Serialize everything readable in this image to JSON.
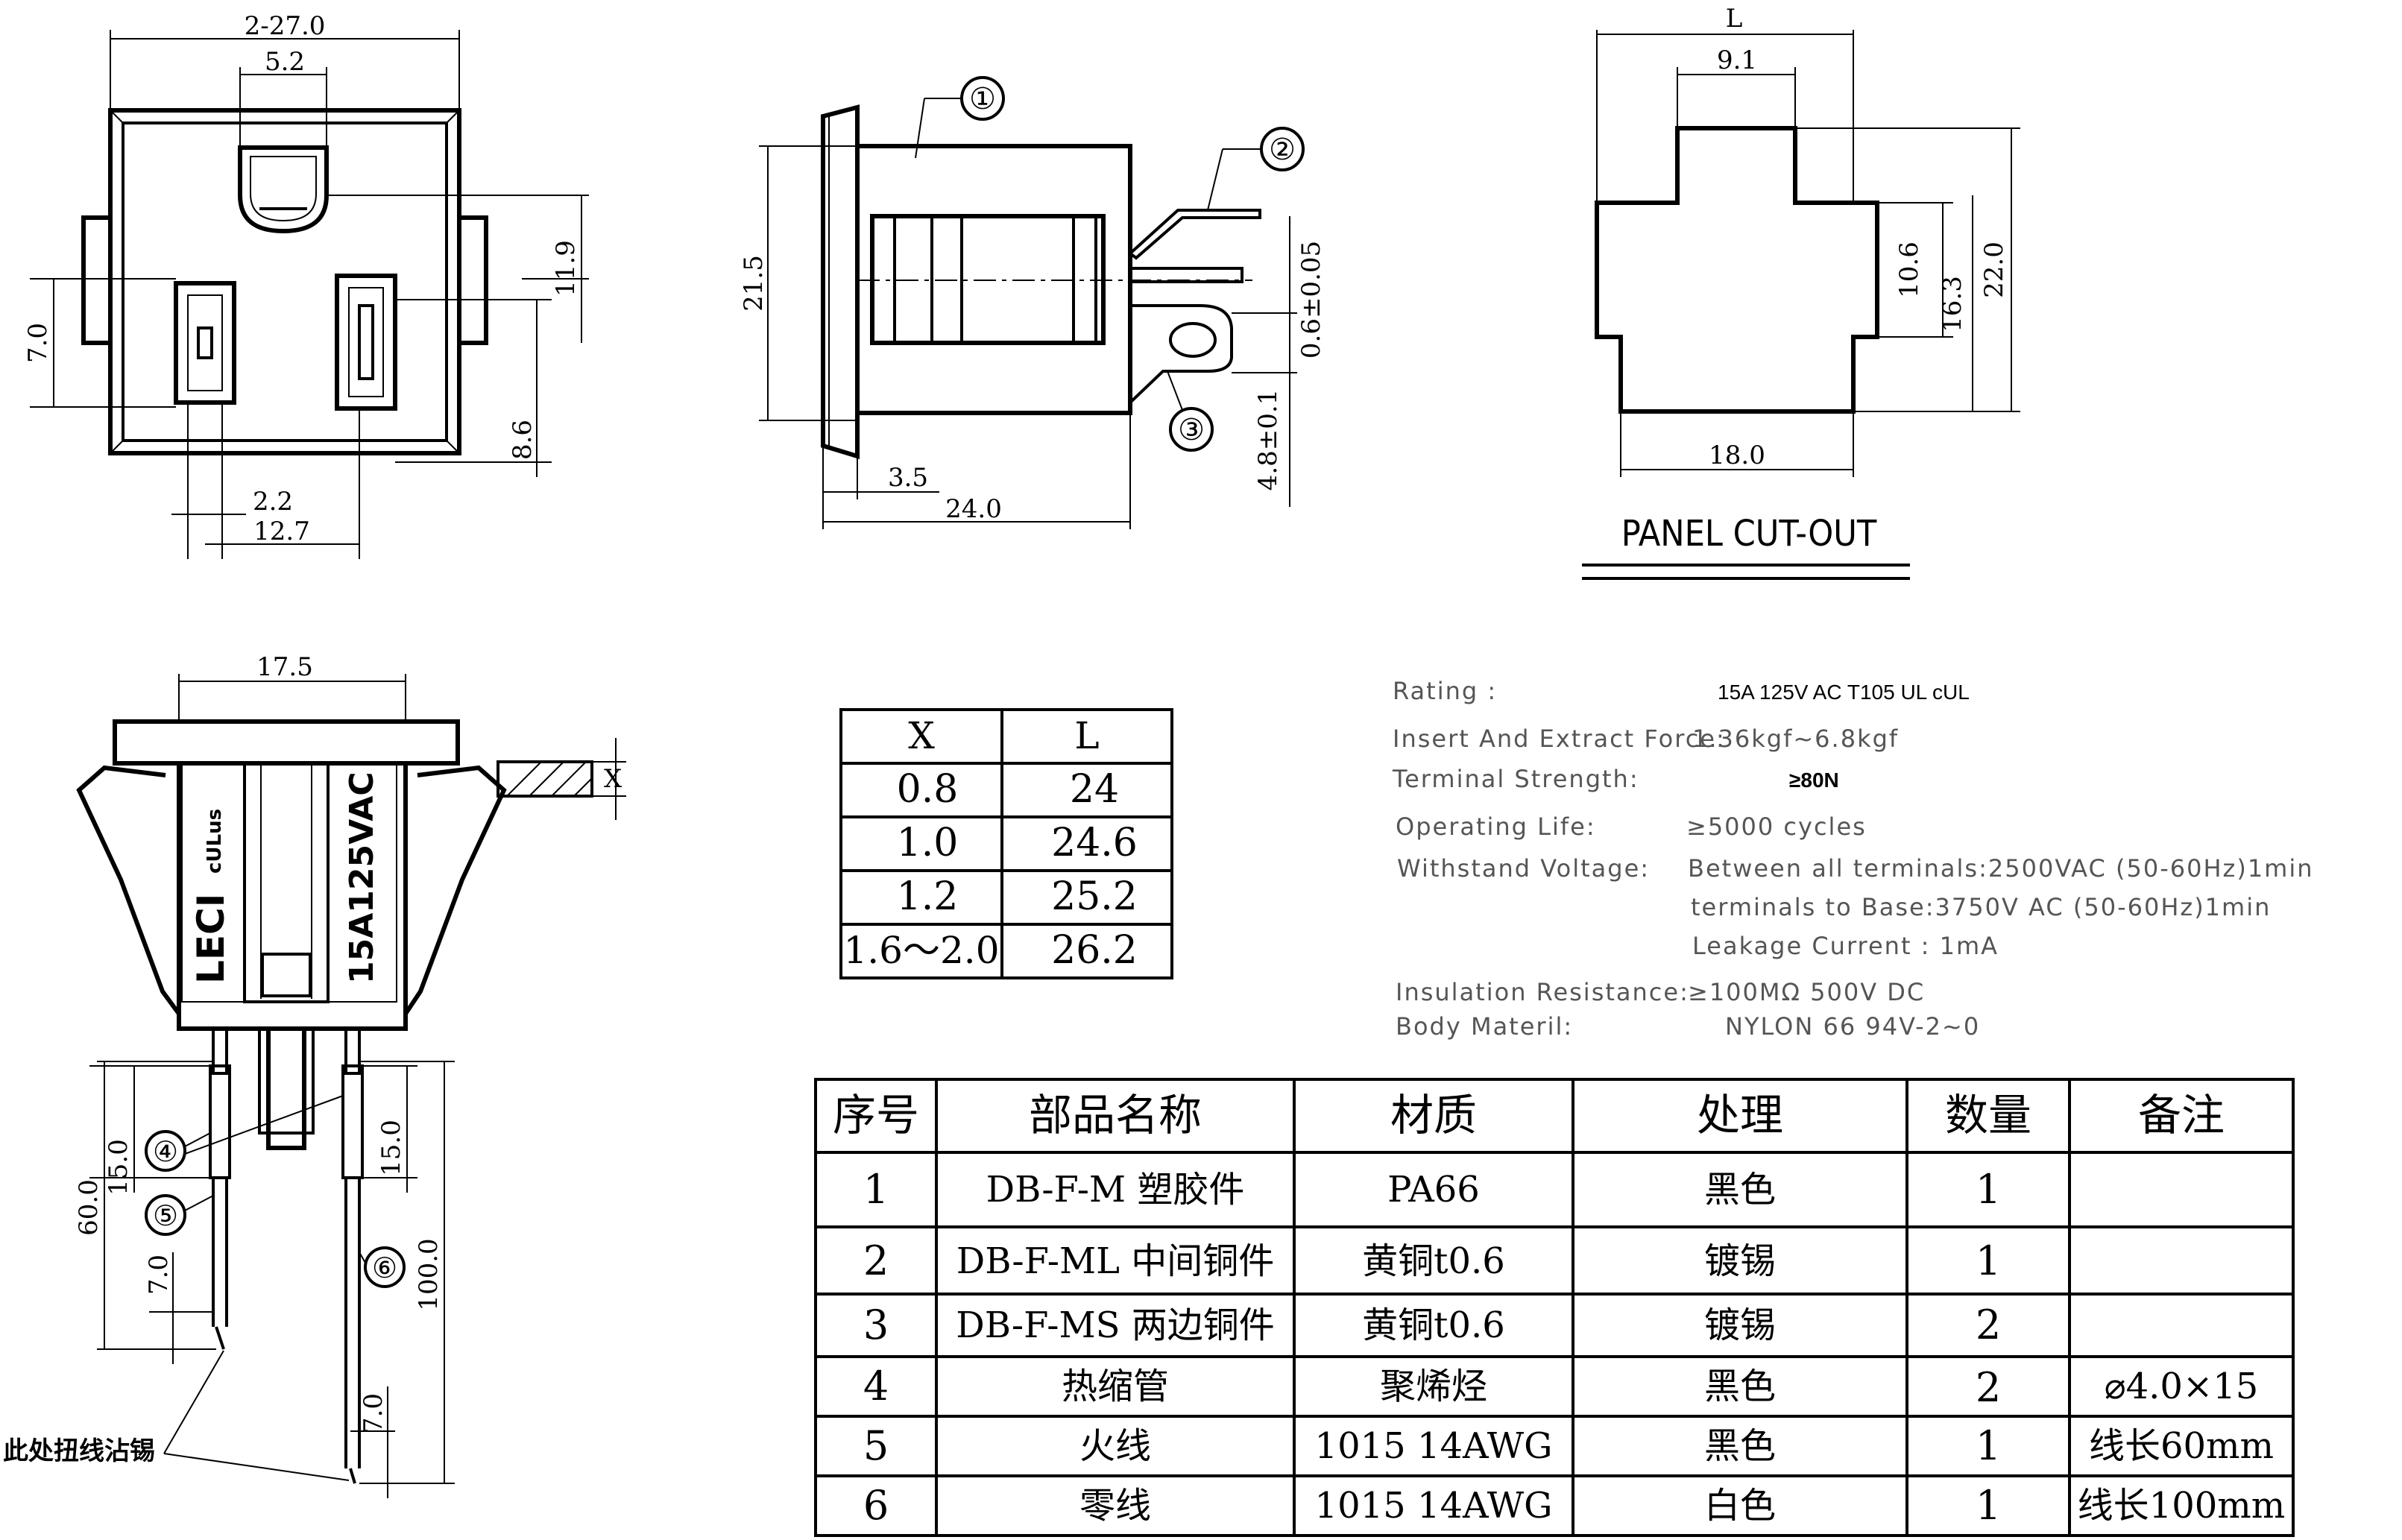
{
  "front_view": {
    "dims": {
      "width_top": "2-27.0",
      "ground_width": "5.2",
      "d_11_9": "11.9",
      "d_7_0": "7.0",
      "d_8_6": "8.6",
      "d_2_2": "2.2",
      "d_12_7": "12.7"
    }
  },
  "side_view": {
    "dims": {
      "height": "21.5",
      "d_3_5": "3.5",
      "d_24_0": "24.0",
      "d_0_6": "0.6±0.05",
      "d_4_8": "4.8±0.1"
    },
    "callouts": [
      "①",
      "②",
      "③"
    ]
  },
  "panel_cutout": {
    "title": "PANEL CUT-OUT",
    "dims": {
      "L": "L",
      "d_9_1": "9.1",
      "d_10_6": "10.6",
      "d_16_3": "16.3",
      "d_22_0": "22.0",
      "d_18_0": "18.0"
    }
  },
  "bottom_view": {
    "dims": {
      "d_17_5": "17.5",
      "d_15_0_left": "15.0",
      "d_15_0_right": "15.0",
      "d_60_0": "60.0",
      "d_100_0": "100.0",
      "d_7_0_left": "7.0",
      "d_7_0_right": "7.0",
      "x": "X"
    },
    "body_labels": {
      "brand": "LECI",
      "rating": "15A125VAC",
      "cert": "cULus"
    },
    "callouts": [
      "④",
      "⑤",
      "⑥"
    ],
    "note": "此处扭线沾锡"
  },
  "xl_table": {
    "headers": [
      "X",
      "L"
    ],
    "rows": [
      [
        "0.8",
        "24"
      ],
      [
        "1.0",
        "24.6"
      ],
      [
        "1.2",
        "25.2"
      ],
      [
        "1.6～2.0",
        "26.2"
      ]
    ]
  },
  "specs": {
    "rating_label": "Rating :",
    "rating_value": "15A 125V AC   T105   UL   cUL",
    "insert_label": "Insert And Extract Force:",
    "insert_value": "1.36kgf~6.8kgf",
    "terminal_label": "Terminal  Strength:",
    "terminal_value": "≥80N",
    "life_label": "Operating Life:",
    "life_value": "≥5000  cycles",
    "withstand_label": "Withstand Voltage:",
    "withstand_1": "Between all terminals:2500VAC (50-60Hz)1min",
    "withstand_2": "terminals to Base:3750V AC (50-60Hz)1min",
    "leakage": "Leakage Current :  1mA",
    "insulation_label": "Insulation Resistance:",
    "insulation_value": "≥100MΩ  500V DC",
    "body_label": "Body Materil:",
    "body_value": "NYLON 66    94V-2~0"
  },
  "parts_table": {
    "headers": [
      "序号",
      "部品名称",
      "材质",
      "处理",
      "数量",
      "备注"
    ],
    "rows": [
      [
        "1",
        "DB-F-M 塑胶件",
        "PA66",
        "黑色",
        "1",
        ""
      ],
      [
        "2",
        "DB-F-ML 中间铜件",
        "黄铜t0.6",
        "镀锡",
        "1",
        ""
      ],
      [
        "3",
        "DB-F-MS 两边铜件",
        "黄铜t0.6",
        "镀锡",
        "2",
        ""
      ],
      [
        "4",
        "热缩管",
        "聚烯烃",
        "黑色",
        "2",
        "⌀4.0×15"
      ],
      [
        "5",
        "火线",
        "1015 14AWG",
        "黑色",
        "1",
        "线长60mm"
      ],
      [
        "6",
        "零线",
        "1015 14AWG",
        "白色",
        "1",
        "线长100mm"
      ]
    ]
  }
}
